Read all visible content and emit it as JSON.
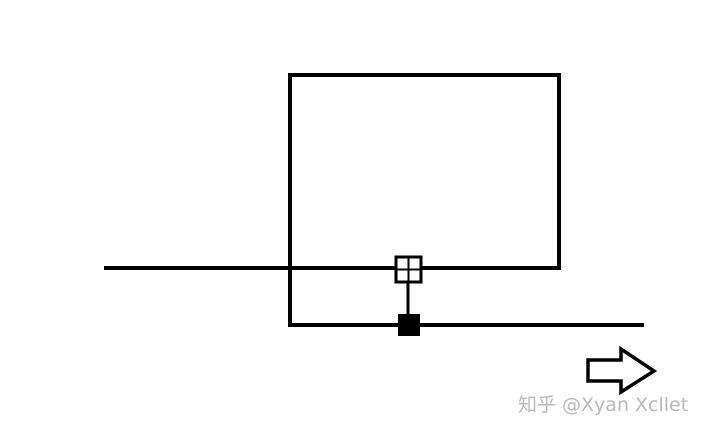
{
  "diagram": {
    "line_color": "#000000",
    "background": "#ffffff",
    "elements": {
      "rectangle": "upper-rectangle",
      "lower_line": "lower-horizontal-line",
      "upper_line": "upper-horizontal-line",
      "hollow_node": "hollow-gridded-square",
      "filled_node": "filled-square",
      "arrow": "right-arrow-icon"
    }
  },
  "watermark": {
    "text": "知乎 @Xyan Xcllet",
    "color": "#b9b9b9"
  }
}
